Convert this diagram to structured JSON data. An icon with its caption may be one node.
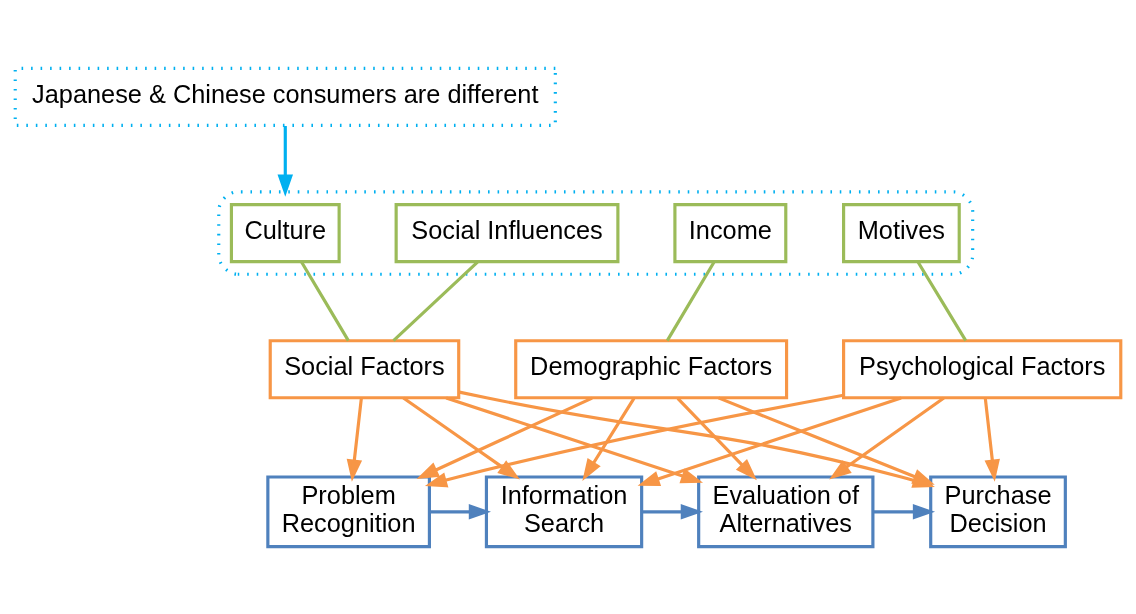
{
  "diagram": {
    "nodes": [
      {
        "text": [
          "Japanese & Chinese consumers are different"
        ]
      },
      {
        "text": [],
        "shape": "box"
      },
      {
        "text": [
          "Culture"
        ],
        "in": 1
      },
      {
        "text": [
          "Social Influences"
        ],
        "in": 1
      },
      {
        "text": [
          "Income"
        ],
        "in": 1
      },
      {
        "text": [
          "Motives"
        ],
        "in": 1
      },
      {
        "text": [
          "Social Factors"
        ]
      },
      {
        "text": [
          "Demographic Factors"
        ]
      },
      {
        "text": [
          "Psychological Factors"
        ]
      },
      {
        "text": [
          "Problem Recognition"
        ]
      },
      {
        "text": [
          "Information Search"
        ]
      },
      {
        "text": [
          "Evaluation of Alternatives"
        ]
      },
      {
        "text": [
          "Purchase Decision"
        ]
      }
    ],
    "edges": [
      {
        "from": 0,
        "to": 1,
        "arrow": "to",
        "color": "#00b0f0"
      },
      {
        "from": 2,
        "to": 6,
        "arrow": "none",
        "color": "#9bbb59"
      },
      {
        "from": 3,
        "to": 6,
        "arrow": "none",
        "color": "#9bbb59"
      },
      {
        "from": 4,
        "to": 7,
        "arrow": "none",
        "color": "#9bbb59"
      },
      {
        "from": 5,
        "to": 8,
        "arrow": "none",
        "color": "#9bbb59"
      },
      {
        "from": 6,
        "to": 9,
        "arrow": "to"
      },
      {
        "from": 6,
        "to": 10,
        "arrow": "to"
      },
      {
        "from": 6,
        "to": 11,
        "arrow": "to"
      },
      {
        "from": 6,
        "to": 12,
        "arrow": "to"
      },
      {
        "from": 7,
        "to": 9,
        "arrow": "to"
      },
      {
        "from": 7,
        "to": 10,
        "arrow": "to"
      },
      {
        "from": 7,
        "to": 11,
        "arrow": "to"
      },
      {
        "from": 7,
        "to": 12,
        "arrow": "to"
      },
      {
        "from": 8,
        "to": 9,
        "arrow": "to"
      },
      {
        "from": 8,
        "to": 10,
        "arrow": "to"
      },
      {
        "from": 8,
        "to": 11,
        "arrow": "to"
      },
      {
        "from": 8,
        "to": 12,
        "arrow": "to"
      },
      {
        "from": 9,
        "to": 10,
        "arrow": "to",
        "color": "#4f81bd"
      },
      {
        "from": 10,
        "to": 11,
        "arrow": "to",
        "color": "#4f81bd"
      },
      {
        "from": 11,
        "to": 12,
        "arrow": "to",
        "color": "#4f81bd"
      }
    ]
  }
}
